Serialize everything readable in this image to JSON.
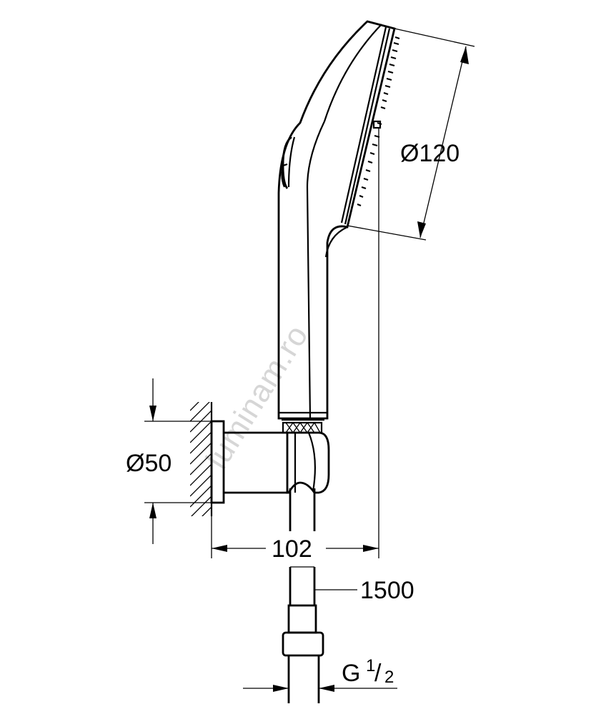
{
  "drawing": {
    "dimensions": {
      "head_diameter": "Ø120",
      "bracket_diameter": "Ø50",
      "projection": "102",
      "hose_length": "1500",
      "thread_letter": "G",
      "thread_numerator": "1",
      "thread_slash": "/",
      "thread_denominator": "2"
    },
    "watermark": "luminam.ro",
    "colors": {
      "line": "#000000",
      "background": "#ffffff",
      "watermark": "#d6d6d6"
    }
  }
}
